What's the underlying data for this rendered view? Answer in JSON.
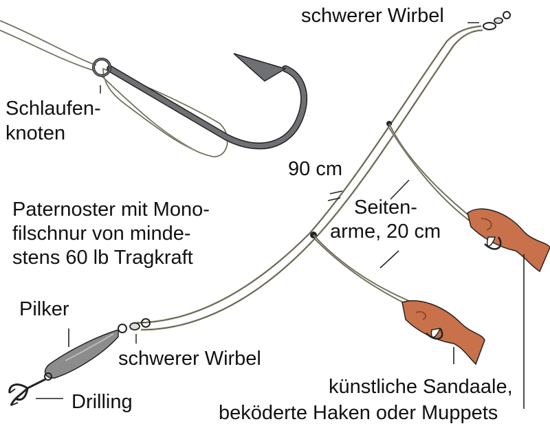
{
  "labels": {
    "swivel_top": "schwerer Wirbel",
    "loop_knot": [
      "Schlaufen-",
      "knoten"
    ],
    "length_main": "90 cm",
    "paternoster": [
      "Paternoster mit Mono-",
      "filschnur von minde-",
      "stens 60 lb Tragkraft"
    ],
    "side_arms": [
      "Seiten-",
      "arme, 20 cm"
    ],
    "pilker": "Pilker",
    "swivel_bottom": "schwerer Wirbel",
    "treble": "Drilling",
    "lures": [
      "künstliche Sandaale,",
      "beköderte Haken oder Muppets"
    ]
  },
  "colors": {
    "line": "#b5b39c",
    "ink": "#222222",
    "hook": "#6f7073",
    "lure": "#c9714a",
    "lure_dark": "#8a4a2b",
    "pilker": "#8c8c8c"
  }
}
